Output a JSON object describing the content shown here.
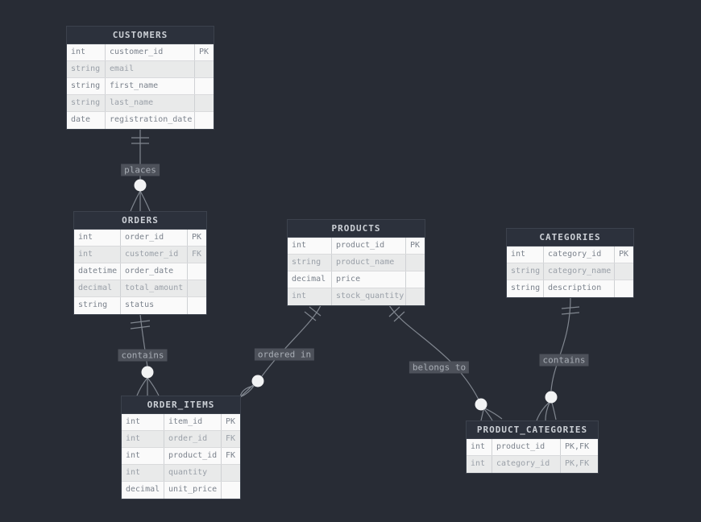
{
  "colors": {
    "background": "#282c35",
    "table_header_bg": "#2c313c",
    "table_header_text": "#ccd0d6",
    "row_bg": "#fafafa",
    "row_alt_bg": "#e9eaea",
    "row_text": "#7b828c",
    "wire": "#80868f",
    "relationship_label_bg": "#4d515a",
    "relationship_label_text": "#a9aeb6"
  },
  "tables": [
    {
      "name": "CUSTOMERS",
      "rows": [
        {
          "type": "int",
          "name": "customer_id",
          "key": "PK"
        },
        {
          "type": "string",
          "name": "email",
          "key": ""
        },
        {
          "type": "string",
          "name": "first_name",
          "key": ""
        },
        {
          "type": "string",
          "name": "last_name",
          "key": ""
        },
        {
          "type": "date",
          "name": "registration_date",
          "key": ""
        }
      ]
    },
    {
      "name": "ORDERS",
      "rows": [
        {
          "type": "int",
          "name": "order_id",
          "key": "PK"
        },
        {
          "type": "int",
          "name": "customer_id",
          "key": "FK"
        },
        {
          "type": "datetime",
          "name": "order_date",
          "key": ""
        },
        {
          "type": "decimal",
          "name": "total_amount",
          "key": ""
        },
        {
          "type": "string",
          "name": "status",
          "key": ""
        }
      ]
    },
    {
      "name": "PRODUCTS",
      "rows": [
        {
          "type": "int",
          "name": "product_id",
          "key": "PK"
        },
        {
          "type": "string",
          "name": "product_name",
          "key": ""
        },
        {
          "type": "decimal",
          "name": "price",
          "key": ""
        },
        {
          "type": "int",
          "name": "stock_quantity",
          "key": ""
        }
      ]
    },
    {
      "name": "CATEGORIES",
      "rows": [
        {
          "type": "int",
          "name": "category_id",
          "key": "PK"
        },
        {
          "type": "string",
          "name": "category_name",
          "key": ""
        },
        {
          "type": "string",
          "name": "description",
          "key": ""
        }
      ]
    },
    {
      "name": "ORDER_ITEMS",
      "rows": [
        {
          "type": "int",
          "name": "item_id",
          "key": "PK"
        },
        {
          "type": "int",
          "name": "order_id",
          "key": "FK"
        },
        {
          "type": "int",
          "name": "product_id",
          "key": "FK"
        },
        {
          "type": "int",
          "name": "quantity",
          "key": ""
        },
        {
          "type": "decimal",
          "name": "unit_price",
          "key": ""
        }
      ]
    },
    {
      "name": "PRODUCT_CATEGORIES",
      "rows": [
        {
          "type": "int",
          "name": "product_id",
          "key": "PK,FK"
        },
        {
          "type": "int",
          "name": "category_id",
          "key": "PK,FK"
        }
      ]
    }
  ],
  "relationships": [
    {
      "label": "places",
      "from": "CUSTOMERS",
      "to": "ORDERS",
      "from_cardinality": "one",
      "to_cardinality": "zero-or-many"
    },
    {
      "label": "contains",
      "from": "ORDERS",
      "to": "ORDER_ITEMS",
      "from_cardinality": "one",
      "to_cardinality": "zero-or-many"
    },
    {
      "label": "ordered in",
      "from": "PRODUCTS",
      "to": "ORDER_ITEMS",
      "from_cardinality": "one",
      "to_cardinality": "zero-or-many"
    },
    {
      "label": "belongs to",
      "from": "PRODUCTS",
      "to": "PRODUCT_CATEGORIES",
      "from_cardinality": "one",
      "to_cardinality": "zero-or-many"
    },
    {
      "label": "contains",
      "from": "CATEGORIES",
      "to": "PRODUCT_CATEGORIES",
      "from_cardinality": "one",
      "to_cardinality": "zero-or-many"
    }
  ]
}
